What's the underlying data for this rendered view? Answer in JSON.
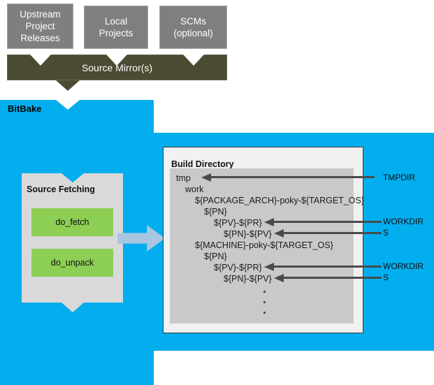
{
  "diagram": {
    "title": "BitBake Source Fetching and Build Directory Layout",
    "colors": {
      "bitbake_blue": "#02aeee",
      "source_box_gray": "#7f7f7f",
      "mirror_olive": "#4b4b33",
      "task_green": "#8dce54",
      "panel_gray": "#d9d9d9",
      "tree_gray": "#c9c9c9",
      "flow_arrow_blue": "#a9c6e0",
      "pointer_dark": "#4a4a4a"
    }
  },
  "sources": {
    "boxes": [
      {
        "label": "Upstream\nProject\nReleases"
      },
      {
        "label": "Local\nProjects"
      },
      {
        "label": "SCMs\n(optional)"
      }
    ],
    "mirror_label": "Source Mirror(s)"
  },
  "bitbake": {
    "label": "BitBake",
    "fetching": {
      "title": "Source Fetching",
      "tasks": [
        {
          "label": "do_fetch"
        },
        {
          "label": "do_unpack"
        }
      ]
    }
  },
  "build_directory": {
    "title": "Build Directory",
    "tree": [
      {
        "text": "tmp",
        "indent": 0
      },
      {
        "text": "work",
        "indent": 1
      },
      {
        "text": "${PACKAGE_ARCH}-poky-${TARGET_OS}",
        "indent": 2
      },
      {
        "text": "${PN}",
        "indent": 3
      },
      {
        "text": "${PV}-${PR}",
        "indent": 4
      },
      {
        "text": "${PN}-${PV}",
        "indent": 5
      },
      {
        "text": "${MACHINE}-poky-${TARGET_OS}",
        "indent": 2
      },
      {
        "text": "${PN}",
        "indent": 3
      },
      {
        "text": "${PV}-${PR}",
        "indent": 4
      },
      {
        "text": "${PN}-${PV}",
        "indent": 5
      }
    ],
    "ellipsis_dots": 3
  },
  "annotations": [
    {
      "label": "TMPDIR",
      "target": "tmp"
    },
    {
      "label": "WORKDIR",
      "target": "${PV}-${PR}"
    },
    {
      "label": "S",
      "target": "${PN}-${PV}"
    },
    {
      "label": "WORKDIR",
      "target": "${PV}-${PR}"
    },
    {
      "label": "S",
      "target": "${PN}-${PV}"
    }
  ]
}
